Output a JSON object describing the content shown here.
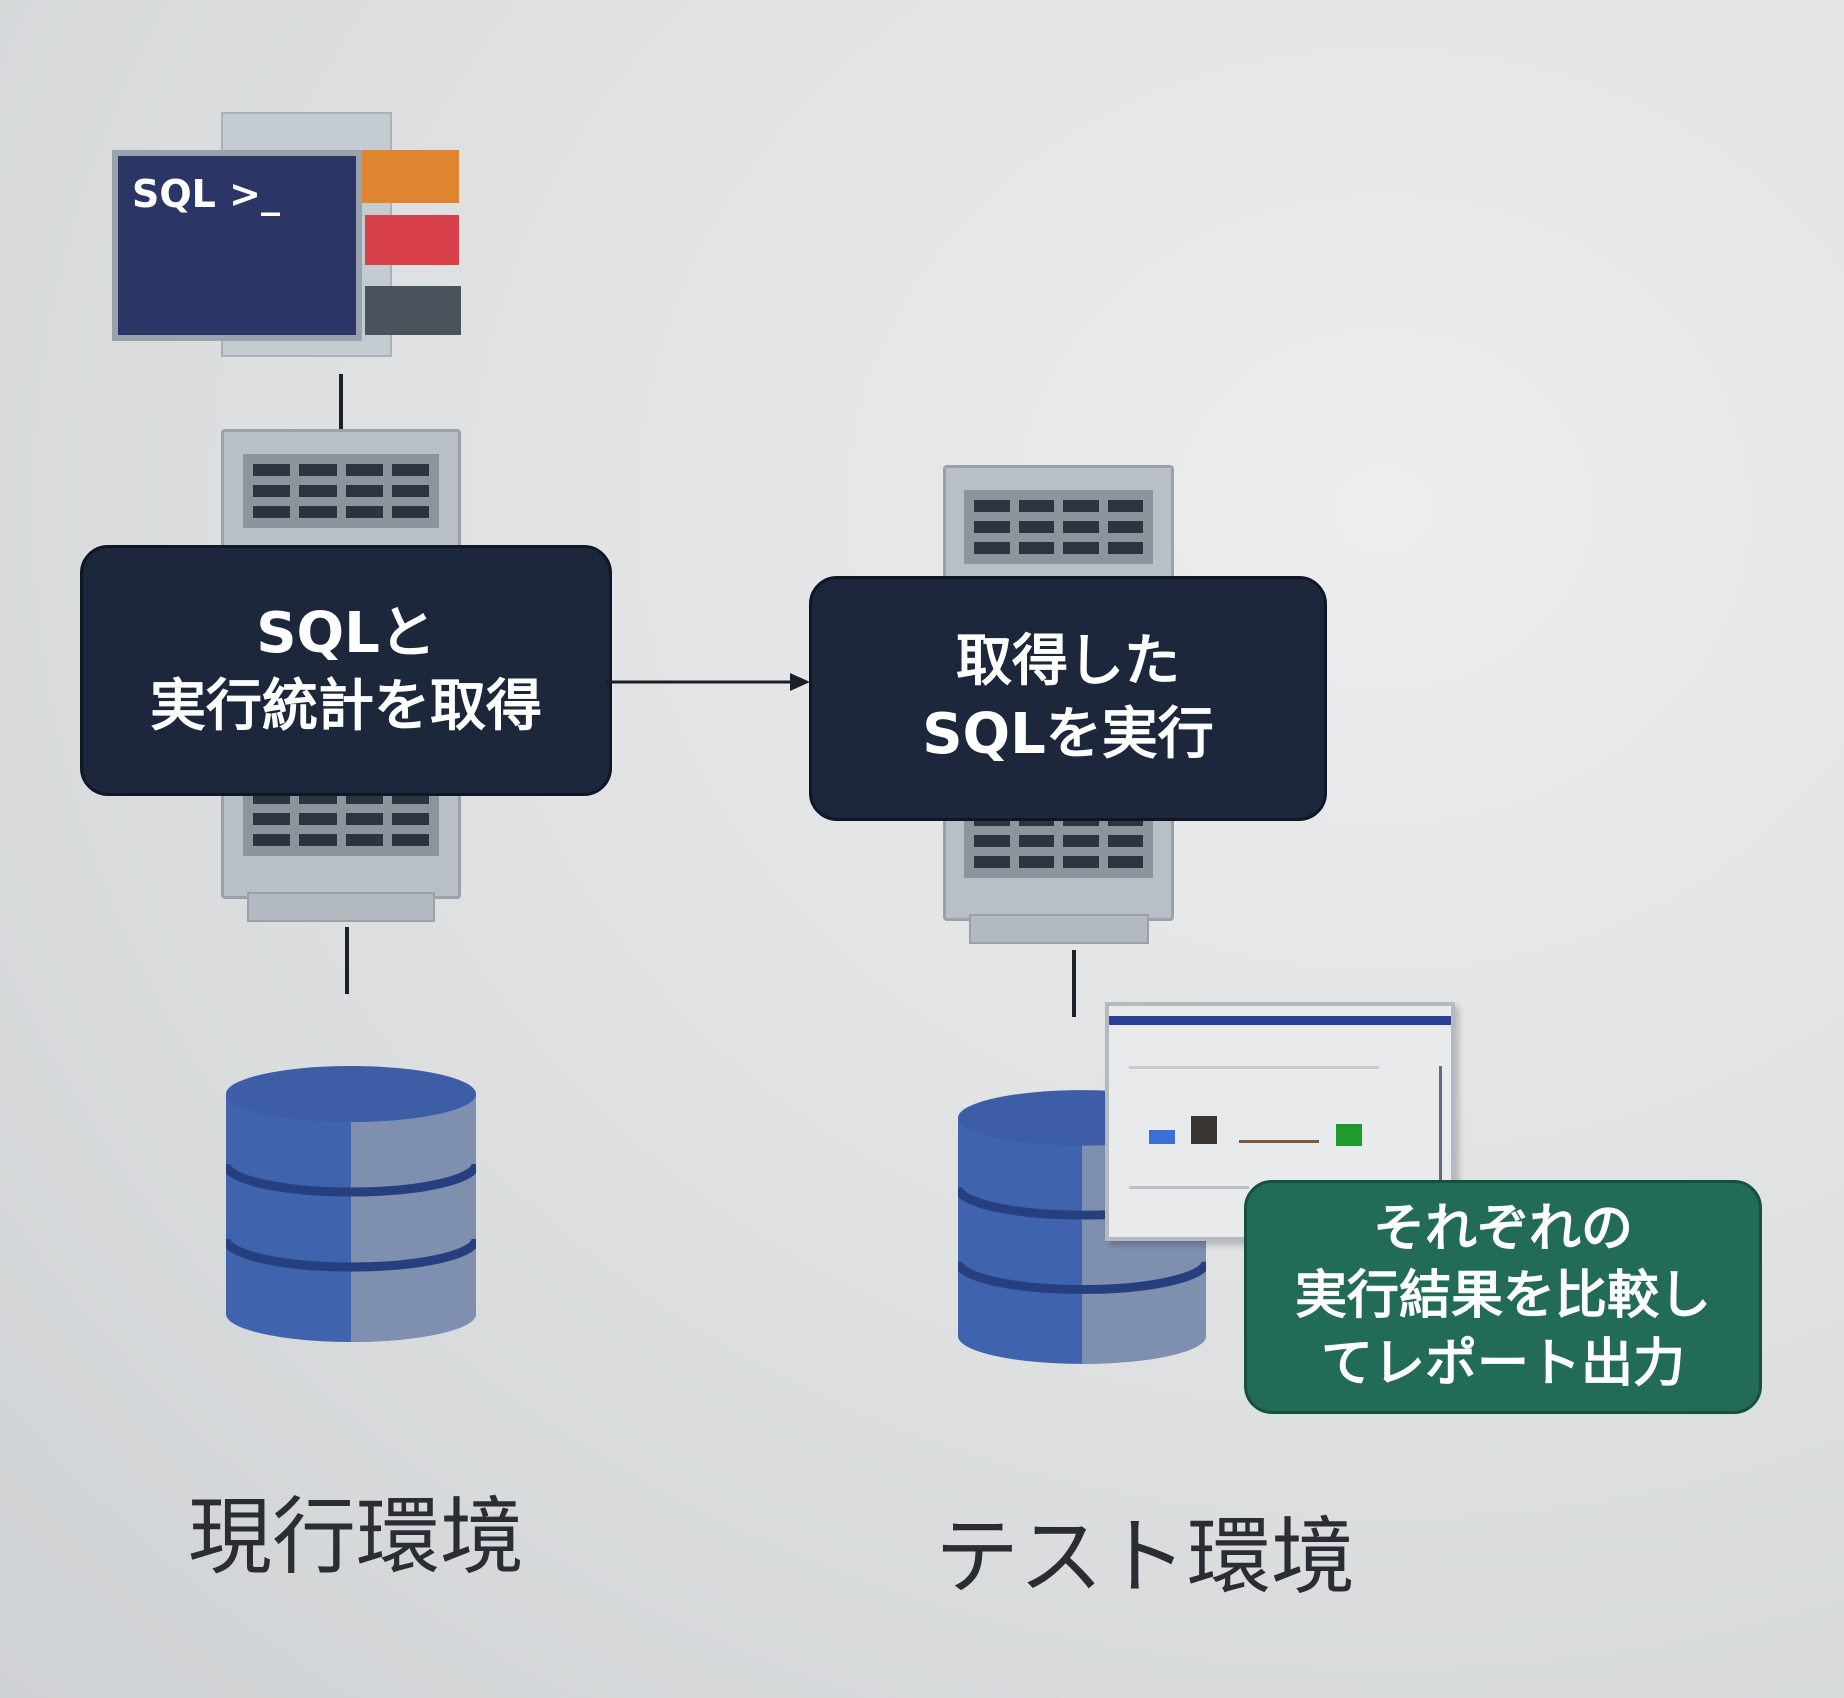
{
  "terminal": {
    "prompt": "SQL >_"
  },
  "production": {
    "box_lines": [
      "SQLと",
      "実行統計を取得"
    ],
    "label": "現行環境"
  },
  "test": {
    "box_lines": [
      "取得した",
      "SQLを実行"
    ],
    "label": "テスト環境"
  },
  "report": {
    "box_lines": [
      "それぞれの",
      "実行結果を比較し",
      "てレポート出力"
    ]
  },
  "colors": {
    "navy": "#1c273c",
    "green": "#216b57",
    "db_blue": "#3f63ad",
    "orange": "#e0852f",
    "red": "#d8414a"
  }
}
